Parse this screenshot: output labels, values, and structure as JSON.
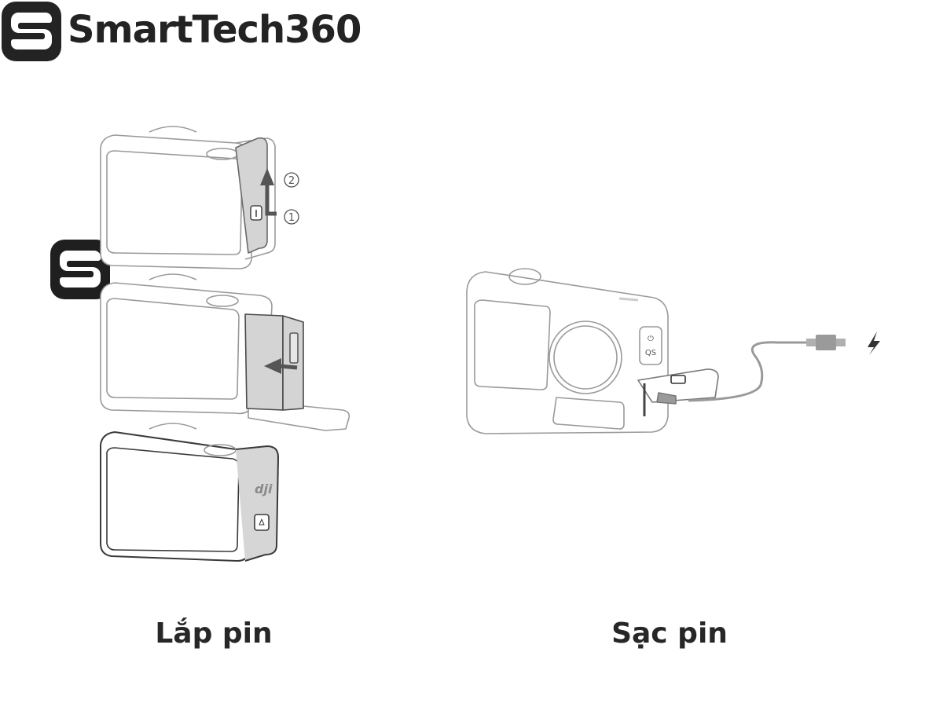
{
  "brand": {
    "name": "SmartTech360",
    "logo_icon": "s-monogram-icon",
    "color": "#232323"
  },
  "watermark": {
    "icon": "s-monogram-icon"
  },
  "steps": [
    {
      "id": "install",
      "caption": "Lắp pin",
      "frames": [
        {
          "description": "Open battery compartment door",
          "callouts": [
            "①",
            "②"
          ],
          "icons": [
            "lock-button-icon",
            "arrow-up-icon"
          ]
        },
        {
          "description": "Insert battery",
          "icons": [
            "arrow-left-icon",
            "battery-icon"
          ]
        },
        {
          "description": "Close compartment",
          "brand_mark": "dji",
          "icons": [
            "lock-button-icon"
          ]
        }
      ]
    },
    {
      "id": "charge",
      "caption": "Sạc pin",
      "frames": [
        {
          "description": "Connect USB-C cable to camera",
          "labels": [
            "⏻",
            "QS"
          ],
          "icons": [
            "usb-c-cable-icon",
            "lightning-bolt-icon"
          ]
        }
      ]
    }
  ],
  "colors": {
    "line": "#8a8a8a",
    "fill_gray": "#d4d4d4",
    "dark": "#4a4a4a",
    "text": "#272727"
  }
}
